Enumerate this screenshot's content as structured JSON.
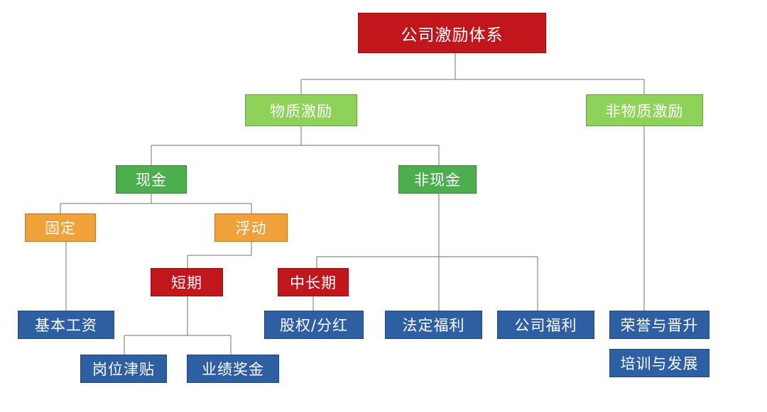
{
  "colors": {
    "root": "#c0161c",
    "level1": "#8fd25a",
    "level2": "#4cae4c",
    "level3": "#f0a13a",
    "term": "#c0161c",
    "leaf": "#2f5fa3",
    "connector": "#8a8a8a"
  },
  "root": {
    "label": "公司激励体系"
  },
  "material": {
    "label": "物质激励",
    "cash": {
      "label": "现金",
      "fixed": {
        "label": "固定",
        "base_salary": "基本工资"
      },
      "floating": {
        "label": "浮动",
        "short_term": {
          "label": "短期",
          "position_allowance": "岗位津贴",
          "performance_bonus": "业绩奖金"
        }
      }
    },
    "non_cash": {
      "label": "非现金",
      "long_term": {
        "label": "中长期",
        "equity_dividend": "股权/分红"
      },
      "statutory_welfare": "法定福利",
      "company_welfare": "公司福利"
    }
  },
  "non_material": {
    "label": "非物质激励",
    "honor_promotion": "荣誉与晋升",
    "training_development": "培训与发展"
  }
}
